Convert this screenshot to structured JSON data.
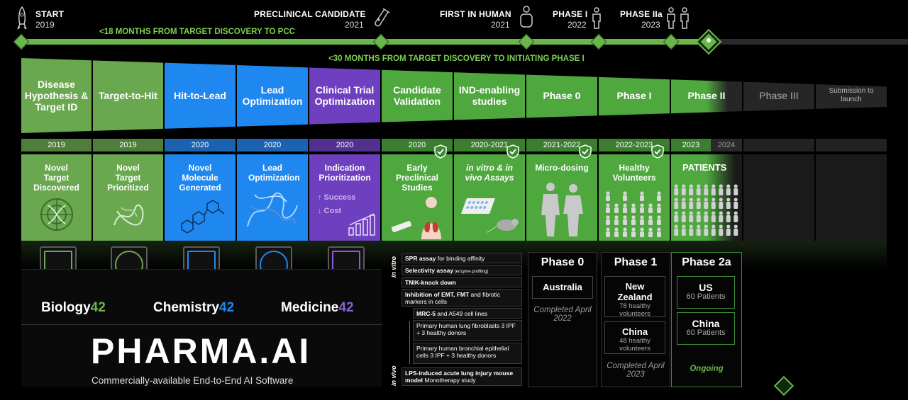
{
  "milestones": [
    {
      "title": "START",
      "year": "2019"
    },
    {
      "title": "PRECLINICAL CANDIDATE",
      "year": "2021"
    },
    {
      "title": "FIRST IN HUMAN",
      "year": "2021"
    },
    {
      "title": "PHASE I",
      "year": "2022"
    },
    {
      "title": "PHASE IIa",
      "year": "2023"
    }
  ],
  "timeline_labels": {
    "pcc": "<18 MONTHS FROM TARGET DISCOVERY TO PCC",
    "phase1": "<30 MONTHS FROM TARGET DISCOVERY TO INITIATING PHASE I"
  },
  "stages": [
    {
      "label": "Disease Hypothesis & Target ID",
      "color": "#6aa84f"
    },
    {
      "label": "Target-to-Hit",
      "color": "#6aa84f"
    },
    {
      "label": "Hit-to-Lead",
      "color": "#1e88f0"
    },
    {
      "label": "Lead Optimization",
      "color": "#1e88f0"
    },
    {
      "label": "Clinical Trial Optimization",
      "color": "#6e3fbf"
    },
    {
      "label": "Candidate Validation",
      "color": "#4ea83e"
    },
    {
      "label": "IND-enabling studies",
      "color": "#4ea83e"
    },
    {
      "label": "Phase 0",
      "color": "#4ea83e"
    },
    {
      "label": "Phase I",
      "color": "#4ea83e"
    },
    {
      "label": "Phase II",
      "color": "#4ea83e"
    },
    {
      "label": "Phase III",
      "color": "#2a2a2a"
    },
    {
      "label": "Submission to launch",
      "color": "#2a2a2a"
    }
  ],
  "years": [
    "2019",
    "2019",
    "2020",
    "2020",
    "2020",
    "2020",
    "2020-2021",
    "2021-2022",
    "2022-2023",
    "2023",
    "2024"
  ],
  "columns": [
    {
      "title": "Novel Target Discovered"
    },
    {
      "title": "Novel Target Prioritized"
    },
    {
      "title": "Novel Molecule Generated"
    },
    {
      "title": "Lead Optimization"
    },
    {
      "title": "Indication Prioritization",
      "extra1": "↑ Success",
      "extra2": "↓ Cost"
    },
    {
      "title": "Early Preclinical Studies"
    },
    {
      "title": "in vitro & in vivo Assays"
    },
    {
      "title": "Micro-dosing"
    },
    {
      "title": "Healthy Volunteers"
    },
    {
      "title": "PATIENTS"
    }
  ],
  "products": {
    "biology": "Biology",
    "biology_num": "42",
    "chemistry": "Chemistry",
    "chemistry_num": "42",
    "medicine": "Medicine",
    "medicine_num": "42",
    "brand": "PHARMA.AI",
    "tagline": "Commercially-available End-to-End AI Software"
  },
  "assays": {
    "in_vitro_label": "in vitro",
    "in_vivo_label": "in vivo",
    "items": [
      {
        "bold": "SPR assay",
        "rest": " for binding affinity"
      },
      {
        "bold": "Selectivity assay",
        "rest": " (enzyme profiling)"
      },
      {
        "bold": "TNIK-knock down",
        "rest": ""
      },
      {
        "bold": "Inhibition of EMT, FMT",
        "rest": " and fibrotic markers in cells"
      },
      {
        "bold": "MRC-5",
        "rest": " and A549 cell lines"
      },
      {
        "bold": "",
        "rest": "Primary human lung fibroblasts 3 IPF + 3 healthy donors"
      },
      {
        "bold": "",
        "rest": "Primary human bronchial epithelial cells 3 IPF + 3 healthy donors"
      },
      {
        "bold": "LPS-induced acute lung injury mouse model",
        "rest": " Monotherapy study"
      }
    ]
  },
  "phase0": {
    "title": "Phase 0",
    "country": "Australia",
    "status": "Completed April 2022"
  },
  "phase1": {
    "title": "Phase 1",
    "c1": "New Zealand",
    "c1_sub": "78 healthy volunteers",
    "c2": "China",
    "c2_sub": "48 healthy volunteers",
    "status": "Completed April 2023"
  },
  "phase2a": {
    "title": "Phase 2a",
    "c1": "US",
    "c1_sub": "60 Patients",
    "c2": "China",
    "c2_sub": "60 Patients",
    "status": "Ongoing"
  }
}
